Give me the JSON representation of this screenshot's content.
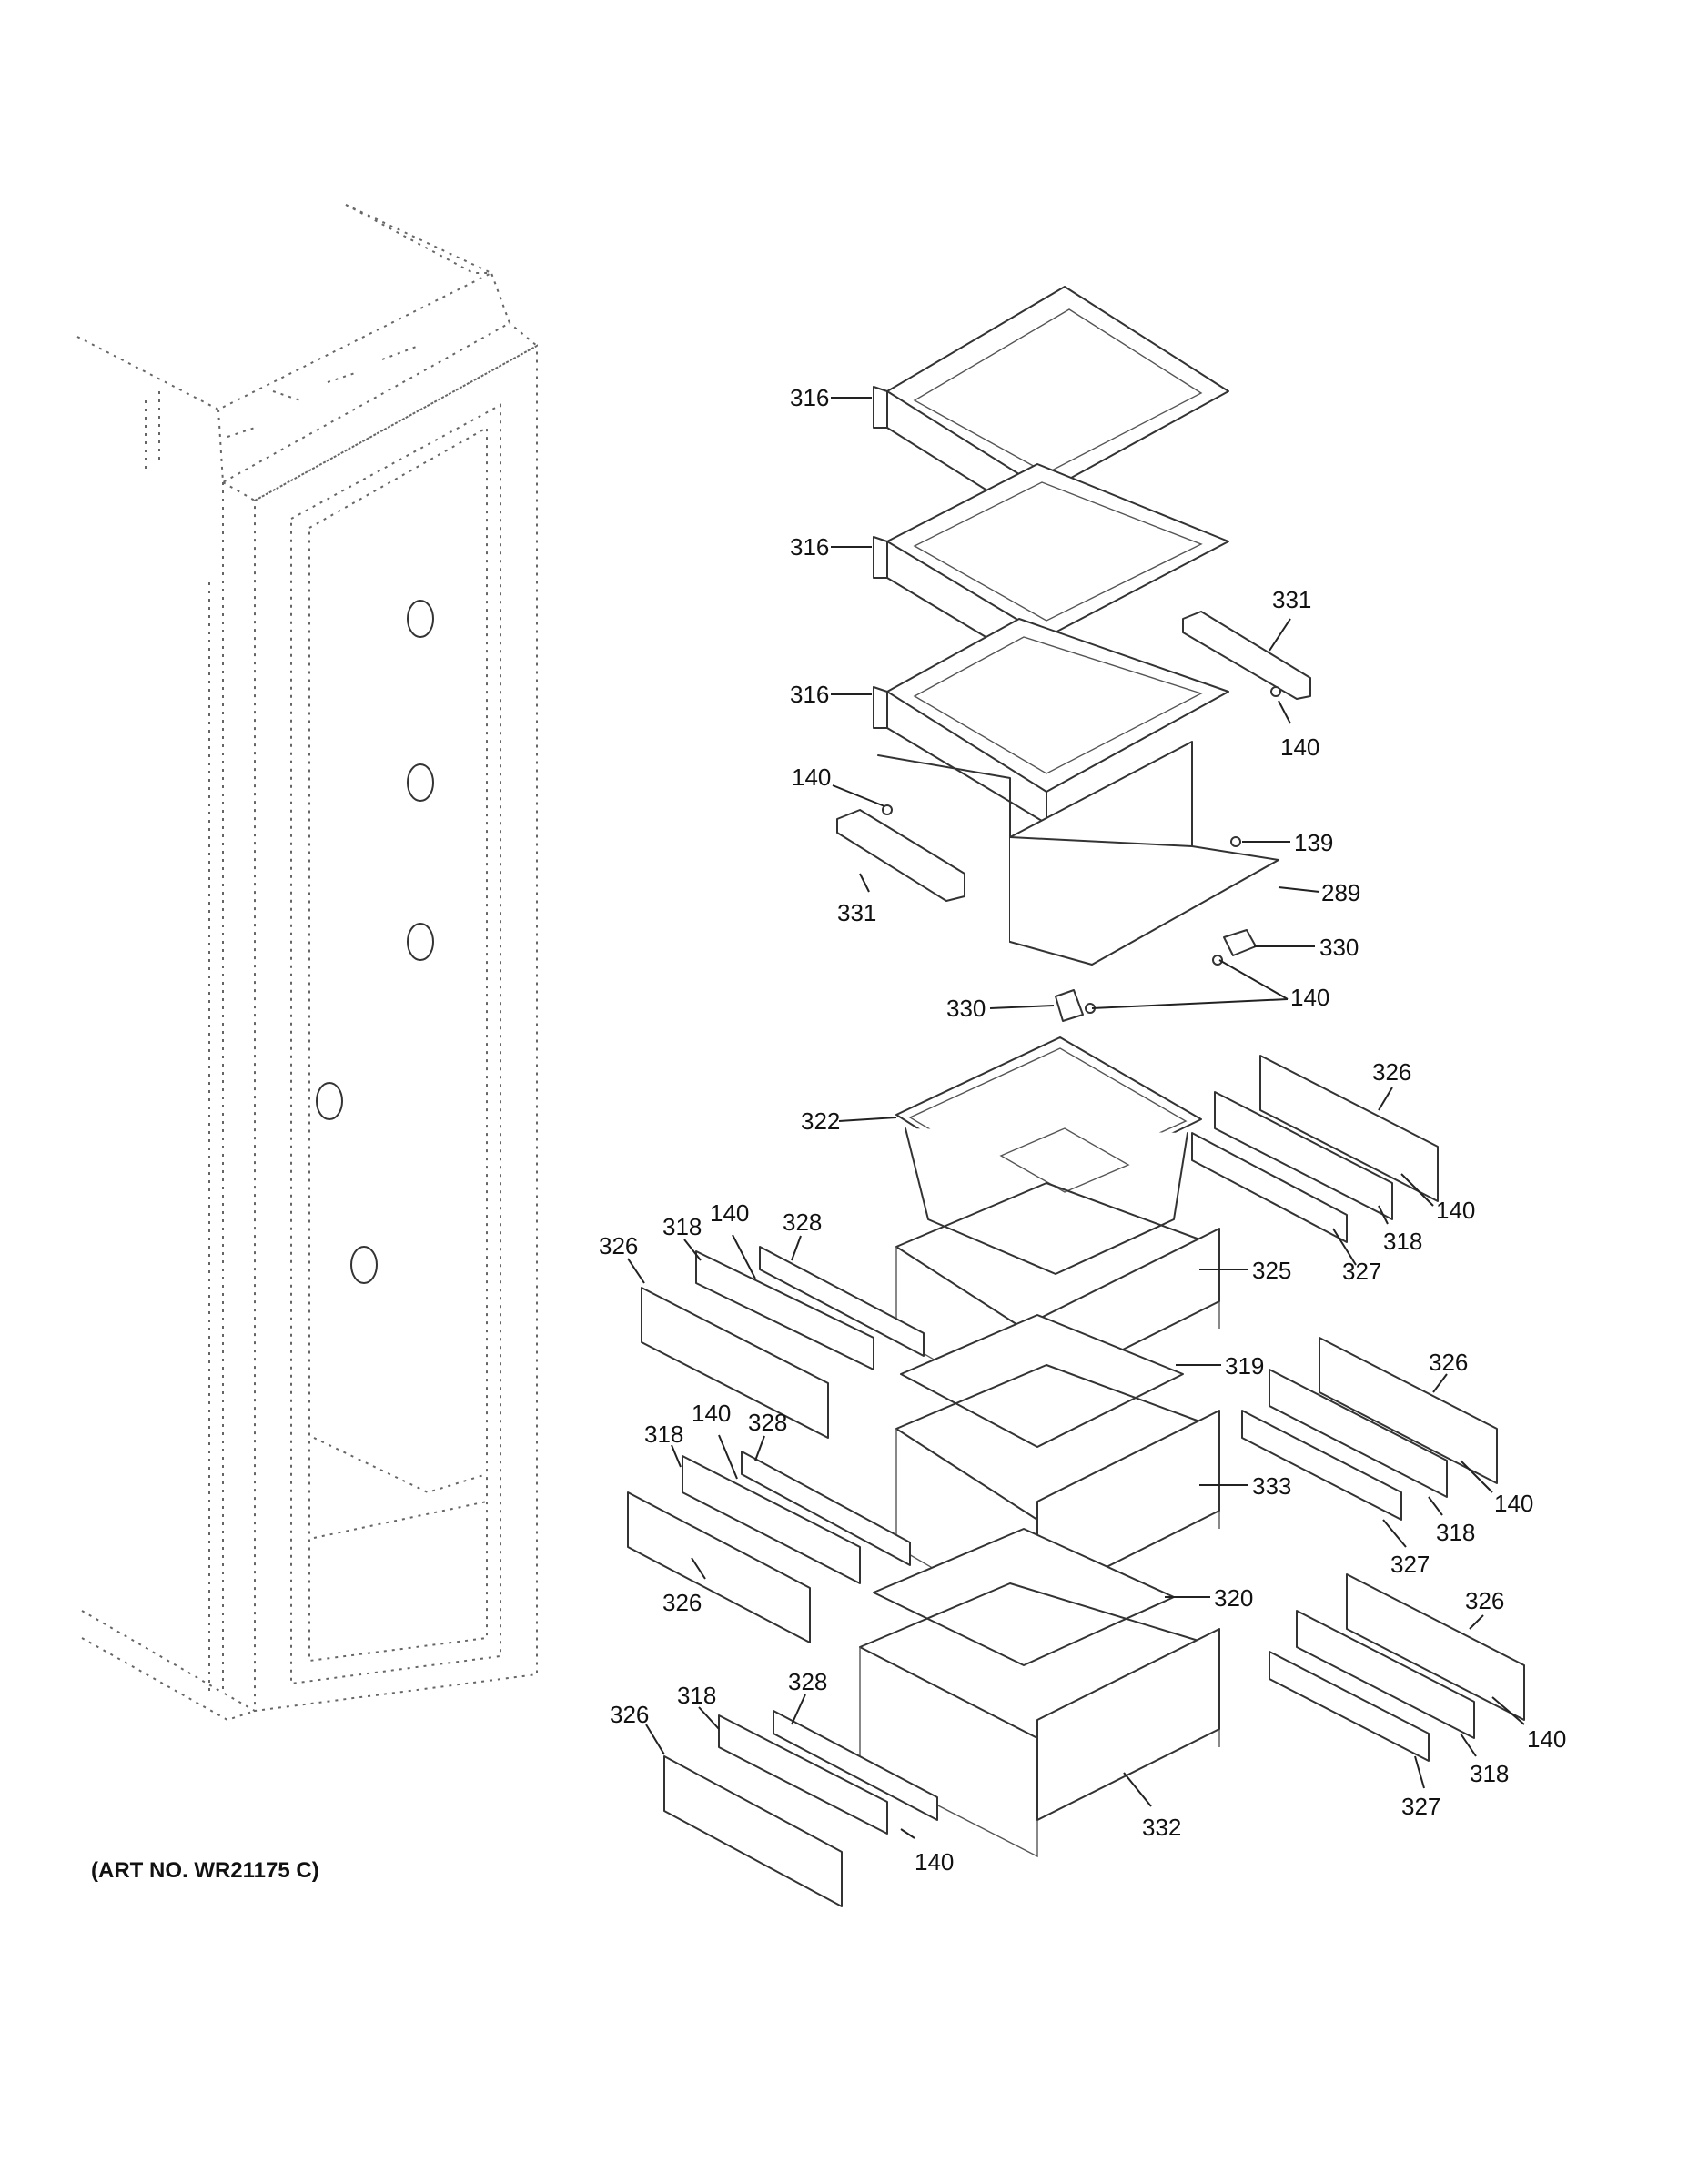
{
  "art_number": "(ART NO. WR21175 C)",
  "callouts": {
    "c316a": "316",
    "c316b": "316",
    "c316c": "316",
    "c331a": "331",
    "c331b": "331",
    "c140a": "140",
    "c140b": "140",
    "c140c": "140",
    "c140d": "140",
    "c140e": "140",
    "c140f": "140",
    "c140g": "140",
    "c140h": "140",
    "c140i": "140",
    "c139": "139",
    "c289": "289",
    "c330a": "330",
    "c330b": "330",
    "c322": "322",
    "c326a": "326",
    "c326b": "326",
    "c326c": "326",
    "c326d": "326",
    "c326e": "326",
    "c326f": "326",
    "c318a": "318",
    "c318b": "318",
    "c318c": "318",
    "c318d": "318",
    "c318e": "318",
    "c318f": "318",
    "c328a": "328",
    "c328b": "328",
    "c328c": "328",
    "c327a": "327",
    "c327b": "327",
    "c327c": "327",
    "c325": "325",
    "c319": "319",
    "c333": "333",
    "c320": "320",
    "c332": "332"
  }
}
